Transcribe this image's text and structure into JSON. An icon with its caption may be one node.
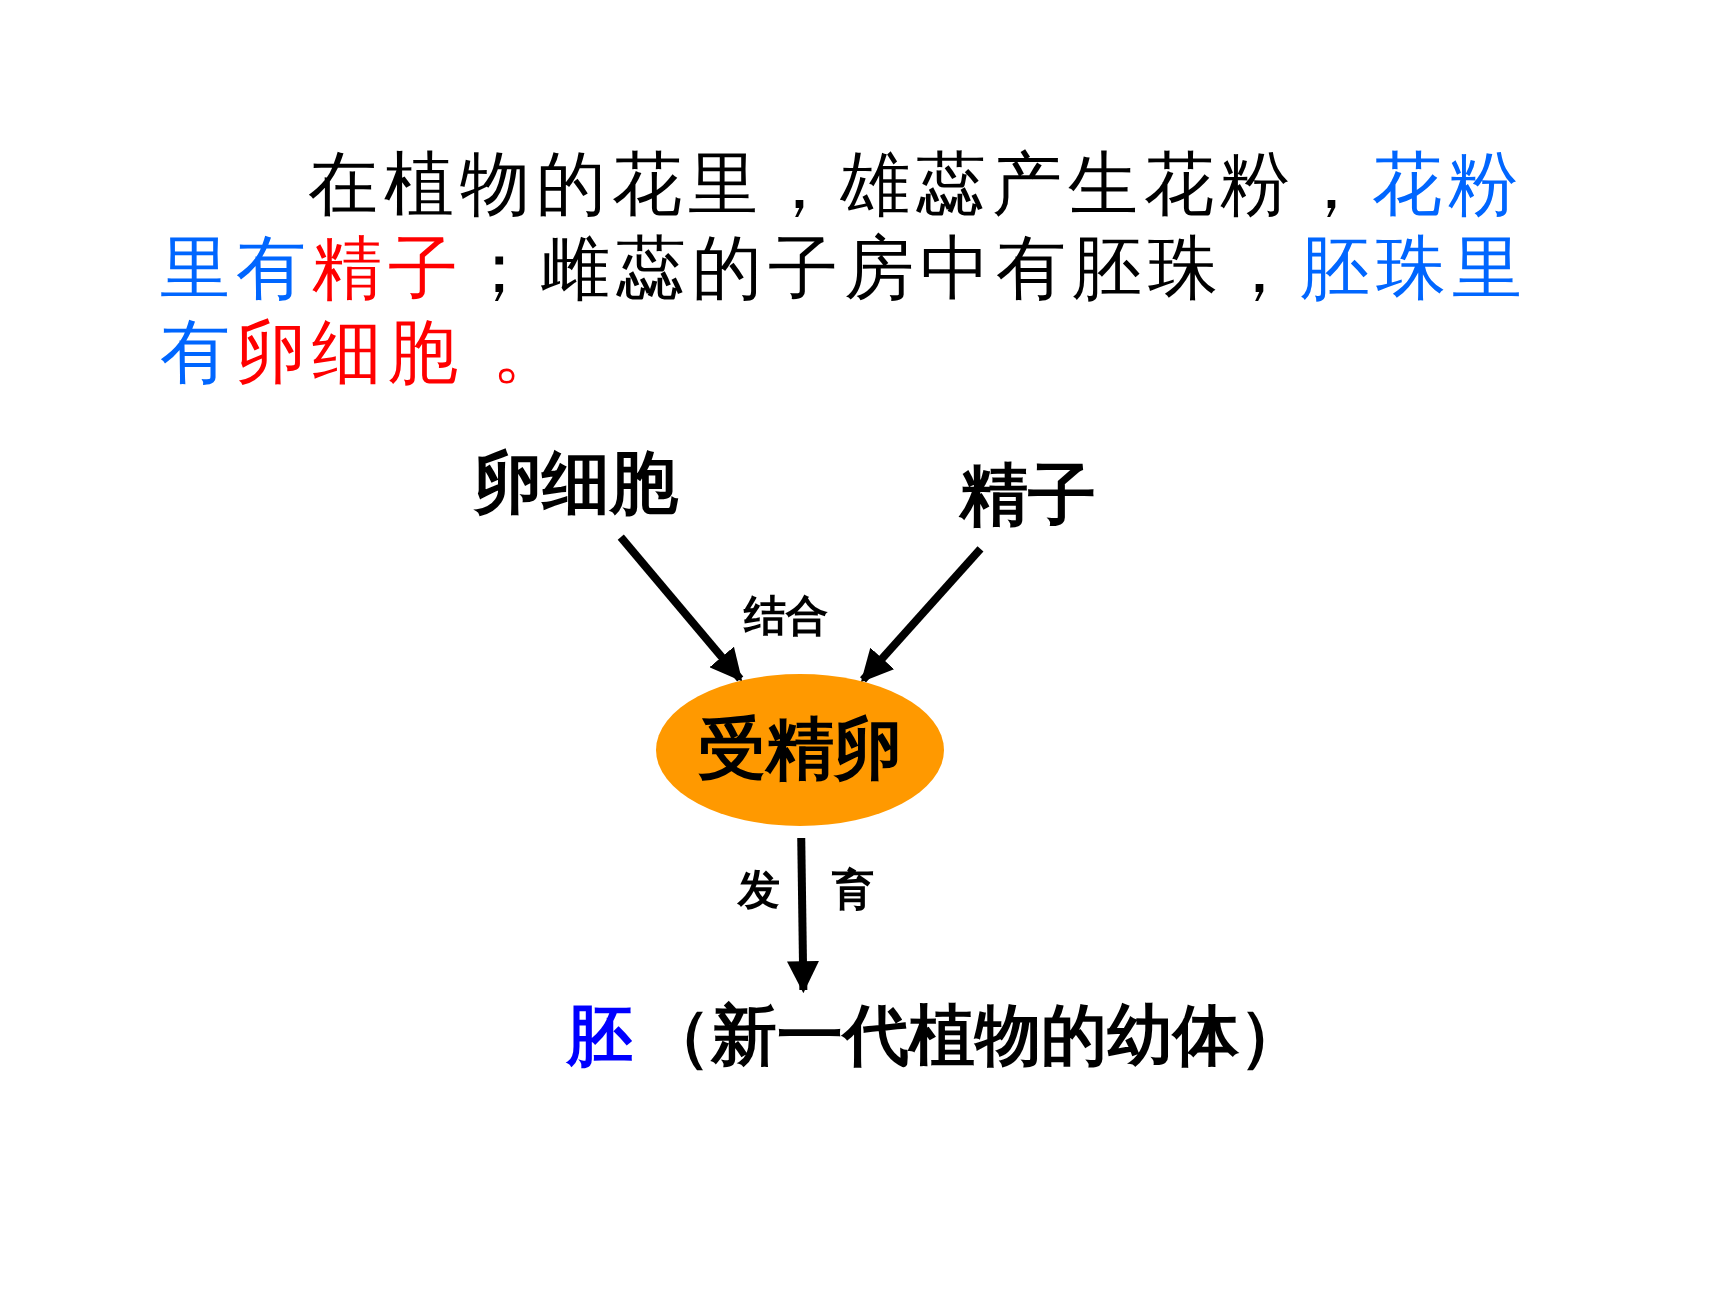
{
  "diagram": {
    "nodes": [
      {
        "text": [
          "卵细胞"
        ]
      },
      {
        "text": [
          "精子"
        ]
      },
      {
        "text": [
          "受精卵"
        ]
      },
      {
        "text": [
          "胚",
          "（新一代植物的幼体）"
        ]
      }
    ],
    "edges": [
      {
        "from": 0,
        "to": 2,
        "arrow": "to"
      },
      {
        "from": 1,
        "to": 2,
        "arrow": "to"
      },
      {
        "from": 2,
        "to": 3,
        "arrow": "to",
        "label": "发育"
      }
    ],
    "labels": [
      "在植物的花里，雄蕊产生花粉，",
      "花粉里有",
      "精子",
      "；雌蕊的子房中有胚珠，",
      "胚珠里有",
      "卵细胞",
      " 。",
      "结合"
    ]
  }
}
